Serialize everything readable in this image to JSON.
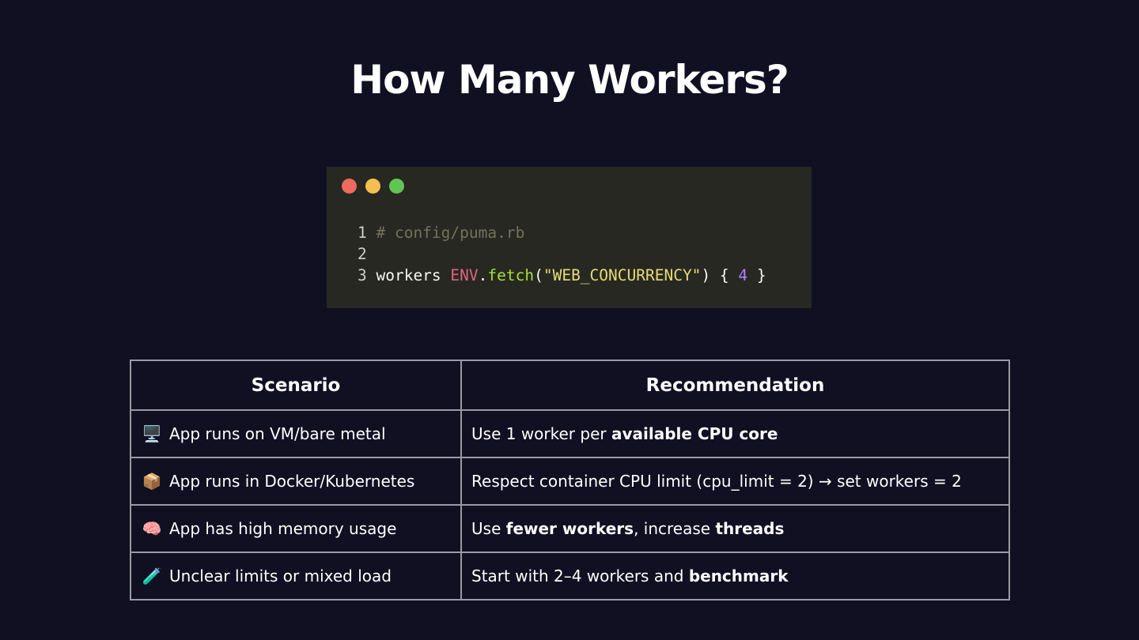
{
  "slide": {
    "title": "How Many Workers?"
  },
  "code_window": {
    "lines": [
      {
        "number": "1",
        "tokens": [
          {
            "t": "# config/puma.rb",
            "k": "comment"
          }
        ]
      },
      {
        "number": "2",
        "tokens": []
      },
      {
        "number": "3",
        "tokens": [
          {
            "t": "workers ",
            "k": "plain"
          },
          {
            "t": "ENV",
            "k": "const"
          },
          {
            "t": ".",
            "k": "plain"
          },
          {
            "t": "fetch",
            "k": "fn"
          },
          {
            "t": "(",
            "k": "plain"
          },
          {
            "t": "\"WEB_CONCURRENCY\"",
            "k": "str"
          },
          {
            "t": ") { ",
            "k": "plain"
          },
          {
            "t": "4",
            "k": "num"
          },
          {
            "t": " }",
            "k": "plain"
          }
        ]
      }
    ]
  },
  "table": {
    "headers": [
      "Scenario",
      "Recommendation"
    ],
    "rows": [
      {
        "icon": "🖥️",
        "icon_name": "desktop-computer-icon",
        "scenario": "App runs on VM/bare metal",
        "rec": [
          {
            "t": "Use 1 worker per "
          },
          {
            "t": "available CPU core",
            "b": true
          }
        ]
      },
      {
        "icon": "📦",
        "icon_name": "package-icon",
        "scenario": "App runs in Docker/Kubernetes",
        "rec": [
          {
            "t": "Respect container CPU limit (cpu_limit = 2) → set workers = 2"
          }
        ]
      },
      {
        "icon": "🧠",
        "icon_name": "brain-icon",
        "scenario": "App has high memory usage",
        "rec": [
          {
            "t": "Use "
          },
          {
            "t": "fewer workers",
            "b": true
          },
          {
            "t": ", increase "
          },
          {
            "t": "threads",
            "b": true
          }
        ]
      },
      {
        "icon": "🧪",
        "icon_name": "test-tube-icon",
        "scenario": "Unclear limits or mixed load",
        "rec": [
          {
            "t": "Start with 2–4 workers and "
          },
          {
            "t": "benchmark",
            "b": true
          }
        ]
      }
    ]
  },
  "colors": {
    "background": "#110f22",
    "code_background": "#272822",
    "window_red": "#ec6a5e",
    "window_yellow": "#f4bf4f",
    "window_green": "#61c554",
    "table_border": "#9a9aa2"
  }
}
